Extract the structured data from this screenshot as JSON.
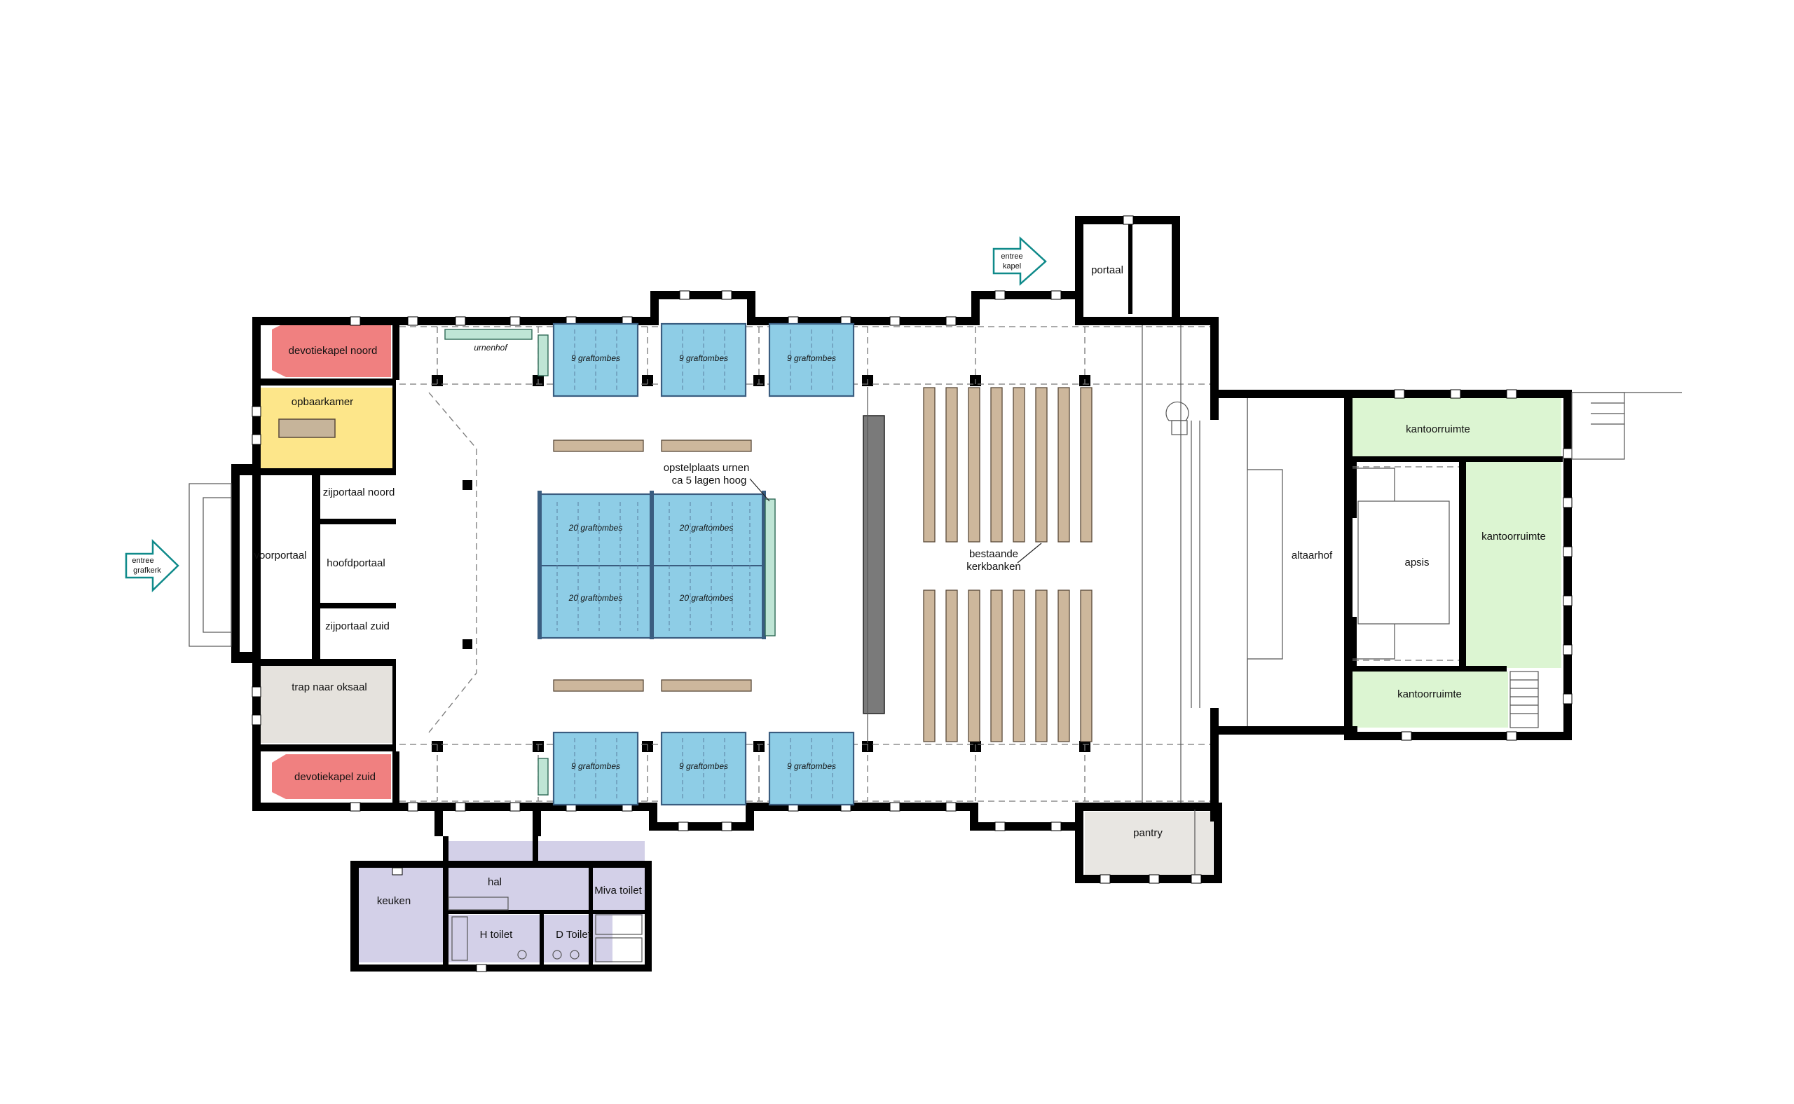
{
  "rooms": {
    "devotie_noord": "devotiekapel noord",
    "opbaarkamer": "opbaarkamer",
    "zijportaal_noord": "zijportaal noord",
    "voorportaal": "voorportaal",
    "hoofdportaal": "hoofdportaal",
    "zijportaal_zuid": "zijportaal zuid",
    "trap_oksaal": "trap naar oksaal",
    "devotie_zuid": "devotiekapel zuid",
    "urnenhof": "urnenhof",
    "portaal": "portaal",
    "altaarhof": "altaarhof",
    "apsis": "apsis",
    "kantoor_1": "kantoorruimte",
    "kantoor_2": "kantoorruimte",
    "kantoor_3": "kantoorruimte",
    "pantry": "pantry",
    "hal": "hal",
    "keuken": "keuken",
    "miva_toilet": "Miva toilet",
    "h_toilet": "H toilet",
    "d_toilet": "D Toilet"
  },
  "entrances": {
    "grafkerk": [
      "entree",
      "grafkerk"
    ],
    "kapel": [
      "entree",
      "kapel"
    ]
  },
  "annotations": {
    "opstelplaats_line1": "opstelplaats urnen",
    "opstelplaats_line2": "ca 5 lagen hoog",
    "kerkbanken_line1": "bestaande",
    "kerkbanken_line2": "kerkbanken"
  },
  "tomb_labels": {
    "north_1": "9 graftombes",
    "north_2": "9 graftombes",
    "north_3": "9 graftombes",
    "center_1": "20 graftombes",
    "center_2": "20 graftombes",
    "center_3": "20 graftombes",
    "center_4": "20 graftombes",
    "south_1": "9 graftombes",
    "south_2": "9 graftombes",
    "south_3": "9 graftombes"
  },
  "colors": {
    "devotiekapel": "#f08080",
    "opbaarkamer": "#fde68a",
    "trap": "#e5e2dd",
    "graftombe": "#8ecde6",
    "kerkbank": "#cdb79c",
    "kantoor": "#dcf5d2",
    "annex": "#d3d0e8",
    "pantry": "#e8e6e2",
    "entree_arrow": "#0f8a8a"
  }
}
